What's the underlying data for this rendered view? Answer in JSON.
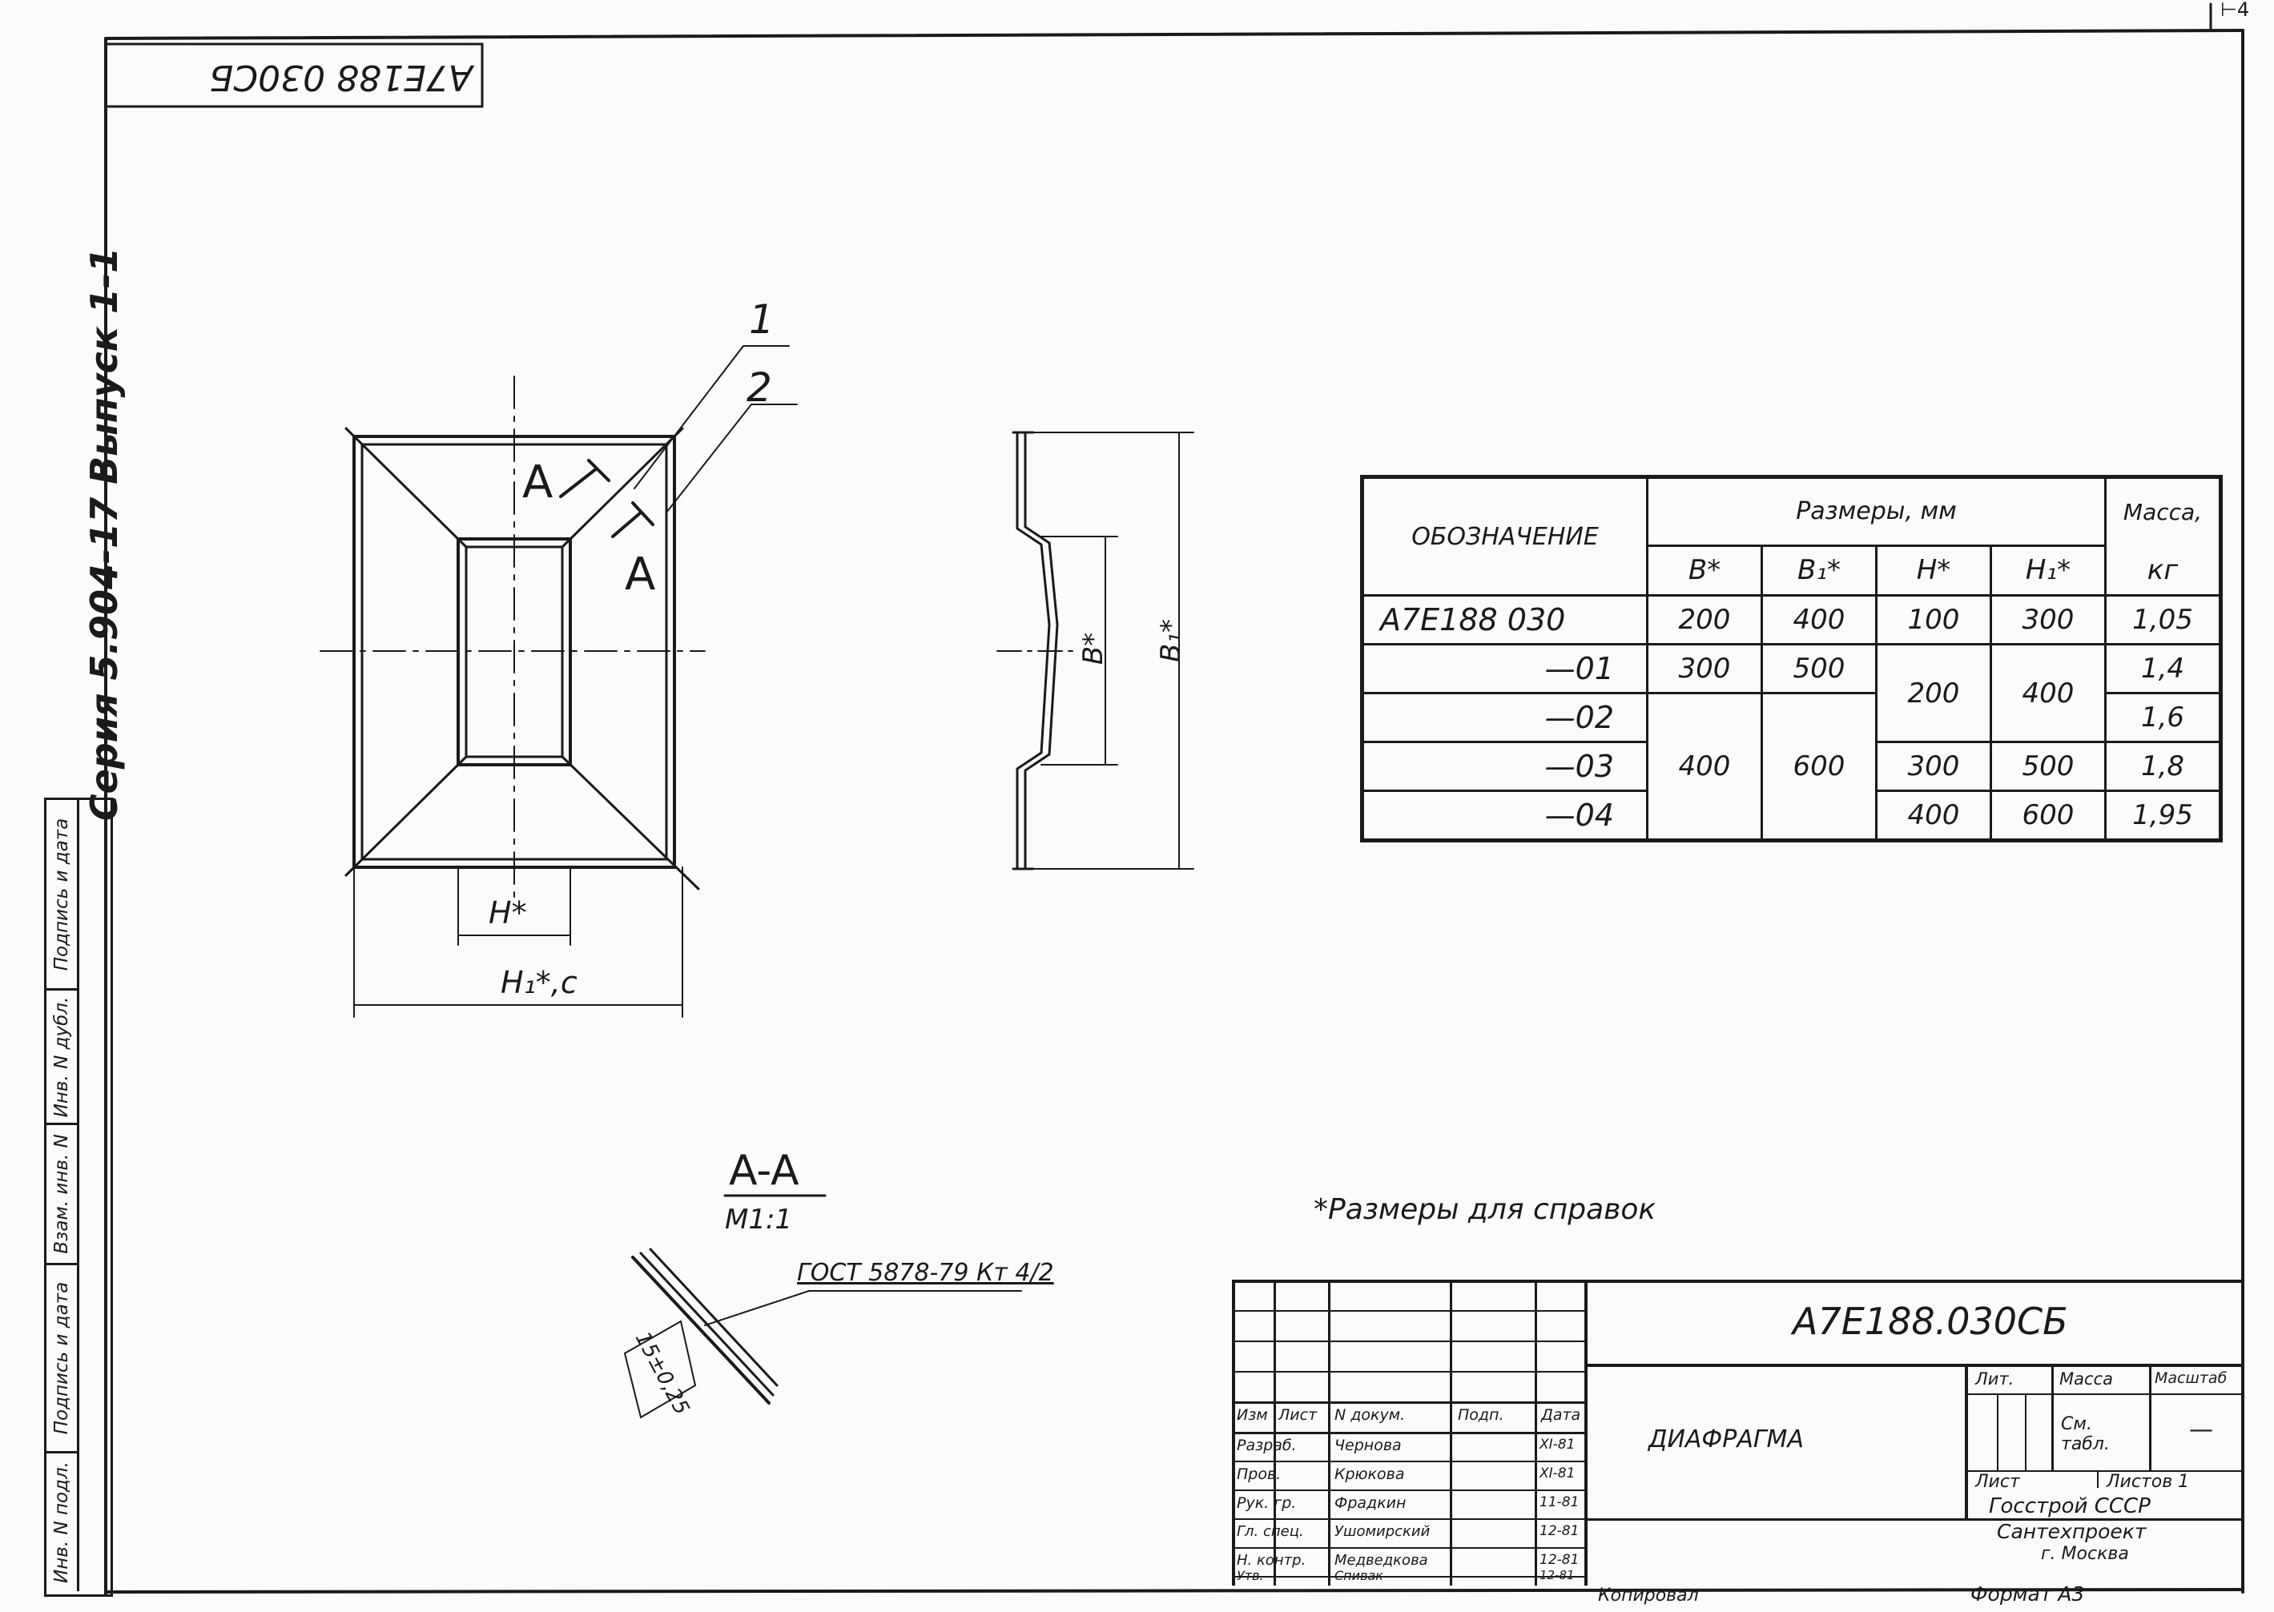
{
  "sheet": {
    "top_right_mark": "⊢4",
    "rotated_code": "А7Е188 030СБ",
    "series_label": "Серия 5.904-17  Выпуск 1-1"
  },
  "drawing": {
    "callout_1": "1",
    "callout_2": "2",
    "section_mark_a1": "A",
    "section_mark_a2": "A",
    "dim_b": "B*",
    "dim_b1": "B₁*",
    "dim_h": "H*",
    "dim_h1": "H₁*,с",
    "section_title": "A-A",
    "section_scale": "M1:1",
    "weld_note": "ГОСТ 5878-79 Кт 4/2",
    "weld_dim": "15±0,25"
  },
  "note": "*Размеры для справок",
  "table": {
    "h_designation": "ОБОЗНАЧЕНИЕ",
    "h_sizes": "Размеры, мм",
    "h_mass": "Масса,",
    "h_mass_unit": "кг",
    "h_b": "B*",
    "h_b1": "B₁*",
    "h_h": "H*",
    "h_h1": "H₁*",
    "rows": [
      {
        "des": "А7Е188 030",
        "b": "200",
        "b1": "400",
        "h": "100",
        "h1": "300",
        "m": "1,05"
      },
      {
        "des": "—01",
        "b": "300",
        "b1": "500",
        "h": "200",
        "h1": "400",
        "m": "1,4"
      },
      {
        "des": "—02",
        "m": "1,6"
      },
      {
        "des": "—03",
        "b": "400",
        "b1": "600",
        "h": "300",
        "h1": "500",
        "m": "1,8"
      },
      {
        "des": "—04",
        "h": "400",
        "h1": "600",
        "m": "1,95"
      }
    ]
  },
  "side_stamp": {
    "cells": [
      "Подпись и дата",
      "Инв. N дубл.",
      "Взам. инв. N",
      "Подпись и дата",
      "Инв. N подл."
    ]
  },
  "title_block": {
    "doc_code": "А7Е188.030СБ",
    "part_name": "ДИАФРАГМА",
    "col_izm": "Изм",
    "col_list": "Лист",
    "col_doc": "N докум.",
    "col_sign": "Подп.",
    "col_date": "Дата",
    "people": [
      {
        "role": "Разраб.",
        "name": "Чернова",
        "date": "XI-81"
      },
      {
        "role": "Пров.",
        "name": "Крюкова",
        "date": "XI-81"
      },
      {
        "role": "Рук. гр.",
        "name": "Фрадкин",
        "date": "11-81"
      },
      {
        "role": "Гл. спец.",
        "name": "Ушомирский",
        "date": "12-81"
      },
      {
        "role": "Н. контр.",
        "name": "Медведкова",
        "date": "12-81"
      },
      {
        "role": "Утв.",
        "name": "Спивак",
        "date": "12-81"
      }
    ],
    "lit_label": "Лит.",
    "mass_label": "Масса",
    "scale_label": "Масштаб",
    "mass_value": "См. табл.",
    "scale_value": "—",
    "sheet_label": "Лист",
    "sheets_label": "Листов 1",
    "org_line1": "Госстрой СССР",
    "org_line2": "Сантехпроект",
    "org_line3": "г. Москва",
    "copied": "Копировал",
    "format": "Формат А3"
  }
}
